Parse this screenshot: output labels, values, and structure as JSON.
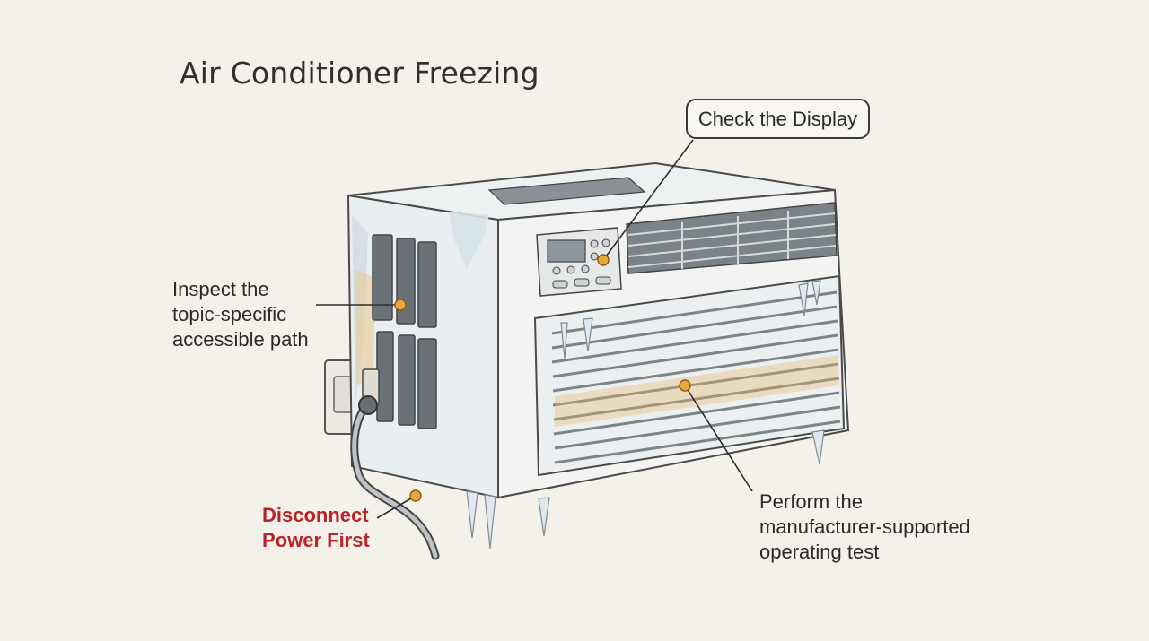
{
  "title": "Air Conditioner Freezing",
  "callouts": {
    "display": "Check the Display",
    "inspect": [
      "Inspect the",
      "topic-specific",
      "accessible path"
    ],
    "perform": [
      "Perform the",
      "manufacturer-supported",
      "operating test"
    ],
    "warning": [
      "Disconnect",
      "Power First"
    ]
  },
  "colors": {
    "background": "#f4f1ea",
    "marker": "#e8a93a",
    "warning": "#b8242a",
    "frost": "#cfdbe2"
  }
}
